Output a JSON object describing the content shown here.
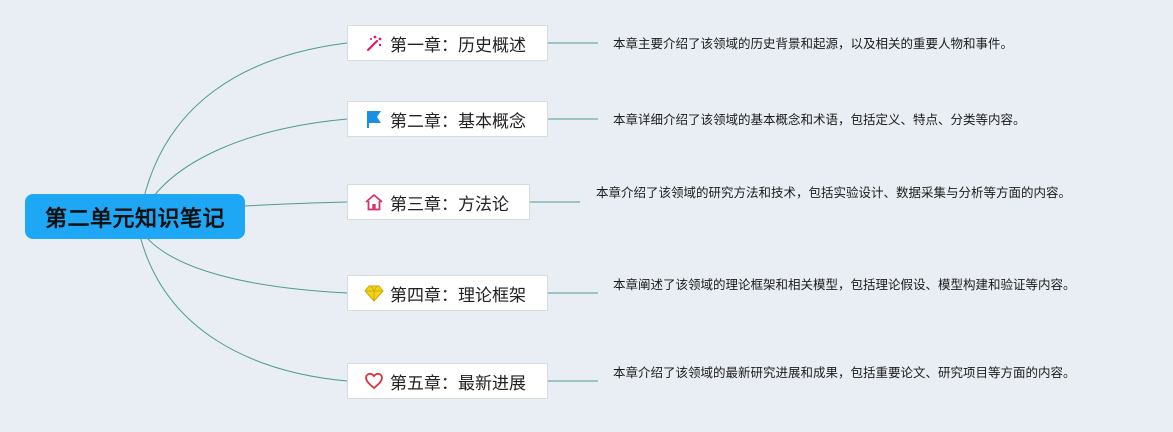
{
  "root": {
    "title": "第二单元知识笔记",
    "color": "#1ea7f5"
  },
  "chapters": [
    {
      "label": "第一章：历史概述",
      "icon": "magic-wand-icon",
      "icon_color": "#e2196b",
      "description": "本章主要介绍了该领域的历史背景和起源，以及相关的重要人物和事件。"
    },
    {
      "label": "第二章：基本概念",
      "icon": "flag-icon",
      "icon_color": "#1b8fe0",
      "description": "本章详细介绍了该领域的基本概念和术语，包括定义、特点、分类等内容。"
    },
    {
      "label": "第三章：方法论",
      "icon": "home-icon",
      "icon_color": "#d6336c",
      "description": "本章介绍了该领域的研究方法和技术，包括实验设计、数据采集与分析等方面的内容。"
    },
    {
      "label": "第四章：理论框架",
      "icon": "diamond-icon",
      "icon_color": "#f2d21b",
      "description": "本章阐述了该领域的理论框架和相关模型，包括理论假设、模型构建和验证等内容。"
    },
    {
      "label": "第五章：最新进展",
      "icon": "heart-icon",
      "icon_color": "#d9363e",
      "description": "本章介绍了该领域的最新研究进展和成果，包括重要论文、研究项目等方面的内容。"
    }
  ],
  "colors": {
    "background": "#e8eef3",
    "connector": "#4f9a8e"
  }
}
